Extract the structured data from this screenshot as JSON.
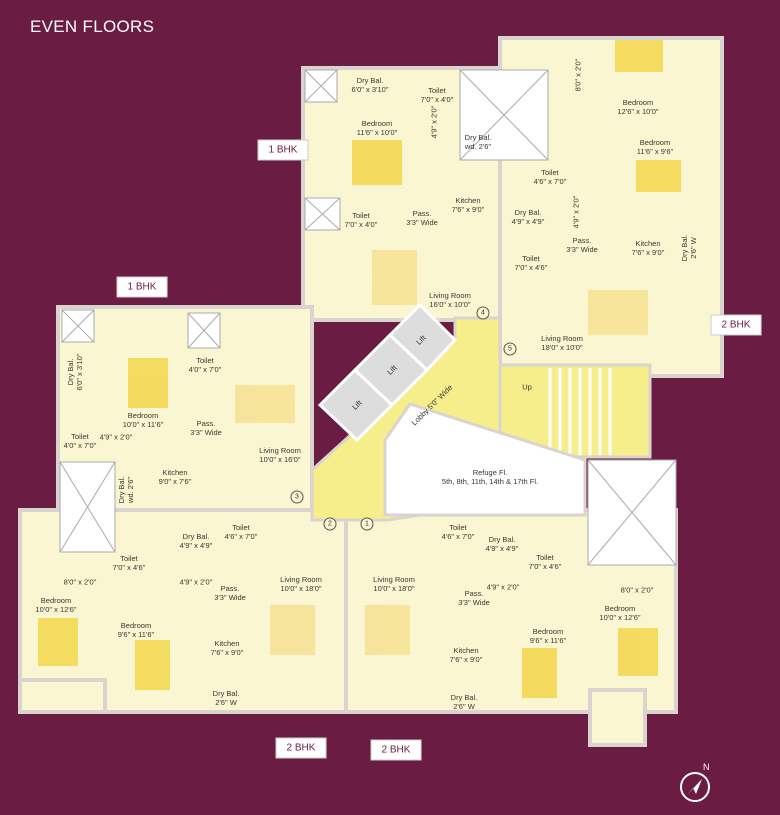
{
  "title": "EVEN FLOORS",
  "tags": [
    "1 BHK",
    "1 BHK",
    "2 BHK",
    "2 BHK",
    "2 BHK"
  ],
  "colors": {
    "background": "#6b1c42",
    "room": "#fbf6d2",
    "lobby": "#f6ee8a",
    "wall": "#d9d4cf",
    "furniture": "#f2d33a"
  },
  "core": {
    "lift": "Lift",
    "lobby": "Lobby 5'0\" Wide",
    "up": "Up",
    "refuge_title": "Refuge Fl.",
    "refuge_floors": "5th, 8th, 11th, 14th & 17th Fl."
  },
  "entrances": [
    "1",
    "2",
    "3",
    "4",
    "5"
  ],
  "north": "N",
  "rooms": [
    {
      "name": "Dry Bal.",
      "dim": "6'0\" x 3'10\""
    },
    {
      "name": "Toilet",
      "dim": "7'0\" x 4'0\""
    },
    {
      "name": "Bedroom",
      "dim": "11'6\" x 10'0\""
    },
    {
      "name": "",
      "dim": "4'9\" x 2'0\""
    },
    {
      "name": "Dry Bal.",
      "dim": "wd. 2'6\""
    },
    {
      "name": "Kitchen",
      "dim": "7'6\" x 9'0\""
    },
    {
      "name": "Toilet",
      "dim": "7'0\" x 4'0\""
    },
    {
      "name": "Pass.",
      "dim": "3'3\" Wide"
    },
    {
      "name": "Living Room",
      "dim": "16'0\" x 10'0\""
    },
    {
      "name": "",
      "dim": "8'0\" x 2'0\""
    },
    {
      "name": "Bedroom",
      "dim": "12'6\" x 10'0\""
    },
    {
      "name": "Bedroom",
      "dim": "11'6\" x 9'6\""
    },
    {
      "name": "Toilet",
      "dim": "4'6\" x 7'0\""
    },
    {
      "name": "Dry Bal.",
      "dim": "4'9\" x 4'9\""
    },
    {
      "name": "",
      "dim": "4'9\" x 2'0\""
    },
    {
      "name": "Pass.",
      "dim": "3'3\" Wide"
    },
    {
      "name": "Kitchen",
      "dim": "7'6\" x 9'0\""
    },
    {
      "name": "Dry Bal.",
      "dim": "2'6\" W"
    },
    {
      "name": "Toilet",
      "dim": "7'0\" x 4'6\""
    },
    {
      "name": "Living Room",
      "dim": "18'0\" x 10'0\""
    },
    {
      "name": "Dry Bal.",
      "dim": "6'0\" x 3'10\""
    },
    {
      "name": "Bedroom",
      "dim": "10'0\" x 11'6\""
    },
    {
      "name": "Toilet",
      "dim": "4'0\" x 7'0\""
    },
    {
      "name": "Pass.",
      "dim": "3'3\" Wide"
    },
    {
      "name": "Toilet",
      "dim": "4'0\" x 7'0\""
    },
    {
      "name": "",
      "dim": "4'9\" x 2'0\""
    },
    {
      "name": "Living Room",
      "dim": "10'0\" x 16'0\""
    },
    {
      "name": "Kitchen",
      "dim": "9'0\" x 7'6\""
    },
    {
      "name": "Dry Bal.",
      "dim": "wd. 2'6\""
    },
    {
      "name": "Dry Bal.",
      "dim": "4'9\" x 4'9\""
    },
    {
      "name": "Toilet",
      "dim": "4'6\" x 7'0\""
    },
    {
      "name": "Toilet",
      "dim": "7'0\" x 4'6\""
    },
    {
      "name": "",
      "dim": "8'0\" x 2'0\""
    },
    {
      "name": "",
      "dim": "4'9\" x 2'0\""
    },
    {
      "name": "Pass.",
      "dim": "3'3\" Wide"
    },
    {
      "name": "Living Room",
      "dim": "10'0\" x 18'0\""
    },
    {
      "name": "Bedroom",
      "dim": "10'0\" x 12'6\""
    },
    {
      "name": "Bedroom",
      "dim": "9'6\" x 11'6\""
    },
    {
      "name": "Kitchen",
      "dim": "7'6\" x 9'0\""
    },
    {
      "name": "Dry Bal.",
      "dim": "2'6\" W"
    },
    {
      "name": "Living Room",
      "dim": "10'0\" x 18'0\""
    },
    {
      "name": "Toilet",
      "dim": "4'6\" x 7'0\""
    },
    {
      "name": "Dry Bal.",
      "dim": "4'9\" x 4'9\""
    },
    {
      "name": "Toilet",
      "dim": "7'0\" x 4'6\""
    },
    {
      "name": "",
      "dim": "4'9\" x 2'0\""
    },
    {
      "name": "",
      "dim": "8'0\" x 2'0\""
    },
    {
      "name": "Pass.",
      "dim": "3'3\" Wide"
    },
    {
      "name": "Bedroom",
      "dim": "10'0\" x 12'6\""
    },
    {
      "name": "Bedroom",
      "dim": "9'6\" x 11'6\""
    },
    {
      "name": "Kitchen",
      "dim": "7'6\" x 9'0\""
    },
    {
      "name": "Dry Bal.",
      "dim": "2'6\" W"
    }
  ]
}
